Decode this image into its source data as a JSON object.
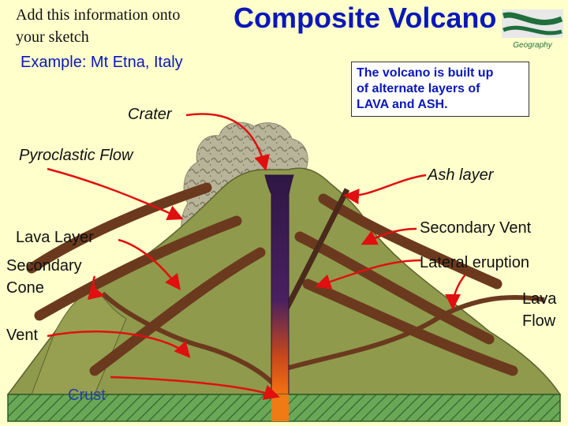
{
  "title": "Composite Volcano",
  "instructions": {
    "line1": "Add this information onto",
    "line2": "your sketch",
    "example": "Example: Mt Etna, Italy"
  },
  "info_box": {
    "line1": "The volcano is built up",
    "line2": "of alternate layers of",
    "line3": "LAVA and ASH."
  },
  "labels": {
    "crater": "Crater",
    "pyroclastic_flow": "Pyroclastic Flow",
    "lava_layer": "Lava Layer",
    "secondary_cone_1": "Secondary",
    "secondary_cone_2": "Cone",
    "vent": "Vent",
    "crust": "Crust",
    "ash_layer": "Ash layer",
    "secondary_vent": "Secondary Vent",
    "lateral_eruption": "Lateral eruption",
    "lava_flow_1": "Lava",
    "lava_flow_2": "Flow"
  },
  "logo": {
    "text": "Geography",
    "icon": "geography-logo-icon"
  },
  "colors": {
    "title": "#0a18b8",
    "background": "#ffffcc",
    "volcano": "#8f9a4c",
    "lava_layer": "#6b3a1e",
    "vent": "#3f1f55",
    "magma": "#f06a10",
    "crust": "#5c9c4a",
    "arrow": "#e01010"
  }
}
